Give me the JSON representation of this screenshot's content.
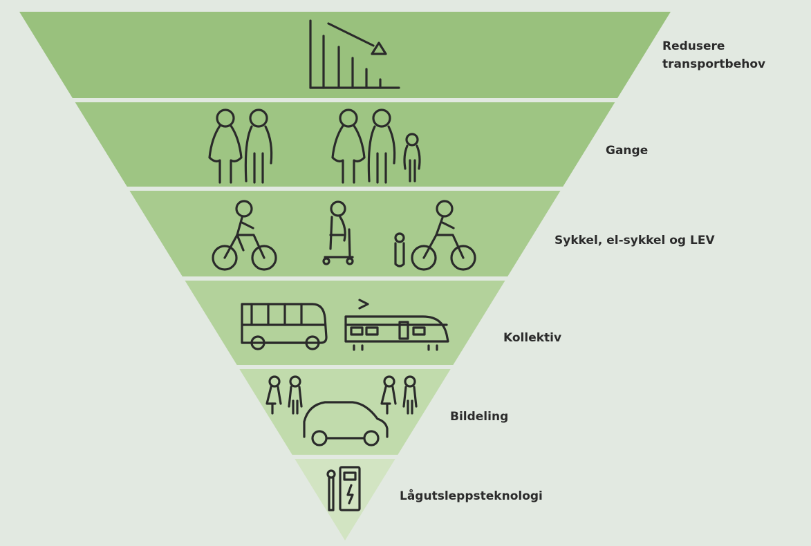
{
  "diagram": {
    "type": "inverted-pyramid",
    "background_color": "#e2e9e1",
    "stroke_color": "#2a2a2a",
    "tiers": [
      {
        "label_lines": [
          "Redusere",
          "transportbehov"
        ],
        "color": "#99c17d",
        "icons": [
          "declining-bar-chart-icon"
        ]
      },
      {
        "label_lines": [
          "Gange"
        ],
        "color": "#9ec583",
        "icons": [
          "couple-walking-icon",
          "family-walking-icon"
        ]
      },
      {
        "label_lines": [
          "Sykkel, el-sykkel og LEV"
        ],
        "color": "#a8cb8e",
        "icons": [
          "bicycle-icon",
          "scooter-icon",
          "e-bike-icon"
        ]
      },
      {
        "label_lines": [
          "Kollektiv"
        ],
        "color": "#b3d29b",
        "icons": [
          "bus-icon",
          "tram-icon"
        ]
      },
      {
        "label_lines": [
          "Bildeling"
        ],
        "color": "#c1dbac",
        "icons": [
          "people-pair-left-icon",
          "people-pair-right-icon",
          "car-icon"
        ]
      },
      {
        "label_lines": [
          "Lågutsleppsteknologi"
        ],
        "color": "#d2e4c2",
        "icons": [
          "charging-station-icon"
        ]
      }
    ]
  }
}
